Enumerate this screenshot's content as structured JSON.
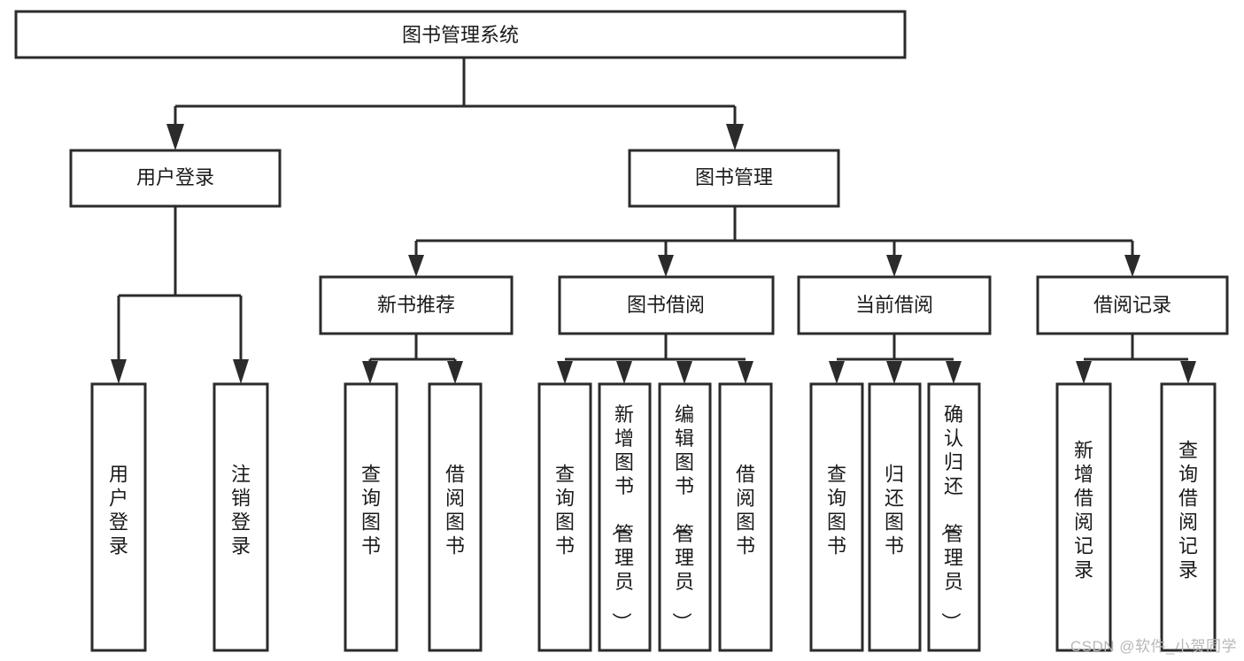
{
  "diagram": {
    "title": "图书管理系统",
    "type": "tree",
    "watermark": "CSDN @软件_小贺同学",
    "colors": {
      "stroke": "#2b2b2b",
      "fill": "#ffffff",
      "text": "#1a1a1a",
      "watermark": "#b8b8b8"
    },
    "root": {
      "id": "root",
      "label": "图书管理系统"
    },
    "level2": [
      {
        "id": "user-login",
        "label": "用户登录"
      },
      {
        "id": "book-management",
        "label": "图书管理"
      }
    ],
    "level3": [
      {
        "id": "new-book-recommend",
        "label": "新书推荐",
        "parent": "book-management"
      },
      {
        "id": "book-borrow",
        "label": "图书借阅",
        "parent": "book-management"
      },
      {
        "id": "current-borrow",
        "label": "当前借阅",
        "parent": "book-management"
      },
      {
        "id": "borrow-record",
        "label": "借阅记录",
        "parent": "book-management"
      }
    ],
    "leaves": [
      {
        "id": "leaf-user-login",
        "label": "用户登录",
        "parent": "user-login"
      },
      {
        "id": "leaf-logout-login",
        "label": "注销登录",
        "parent": "user-login"
      },
      {
        "id": "leaf-query-book-1",
        "label": "查询图书",
        "parent": "new-book-recommend"
      },
      {
        "id": "leaf-borrow-book-1",
        "label": "借阅图书",
        "parent": "new-book-recommend"
      },
      {
        "id": "leaf-query-book-2",
        "label": "查询图书",
        "parent": "book-borrow"
      },
      {
        "id": "leaf-add-book",
        "label": "新增图书（管理员）",
        "parent": "book-borrow"
      },
      {
        "id": "leaf-edit-book",
        "label": "编辑图书（管理员）",
        "parent": "book-borrow"
      },
      {
        "id": "leaf-borrow-book-2",
        "label": "借阅图书",
        "parent": "book-borrow"
      },
      {
        "id": "leaf-query-book-3",
        "label": "查询图书",
        "parent": "current-borrow"
      },
      {
        "id": "leaf-return-book",
        "label": "归还图书",
        "parent": "current-borrow"
      },
      {
        "id": "leaf-confirm-return",
        "label": "确认归还（管理员）",
        "parent": "current-borrow"
      },
      {
        "id": "leaf-add-record",
        "label": "新增借阅记录",
        "parent": "borrow-record"
      },
      {
        "id": "leaf-query-record",
        "label": "查询借阅记录",
        "parent": "borrow-record"
      }
    ]
  }
}
